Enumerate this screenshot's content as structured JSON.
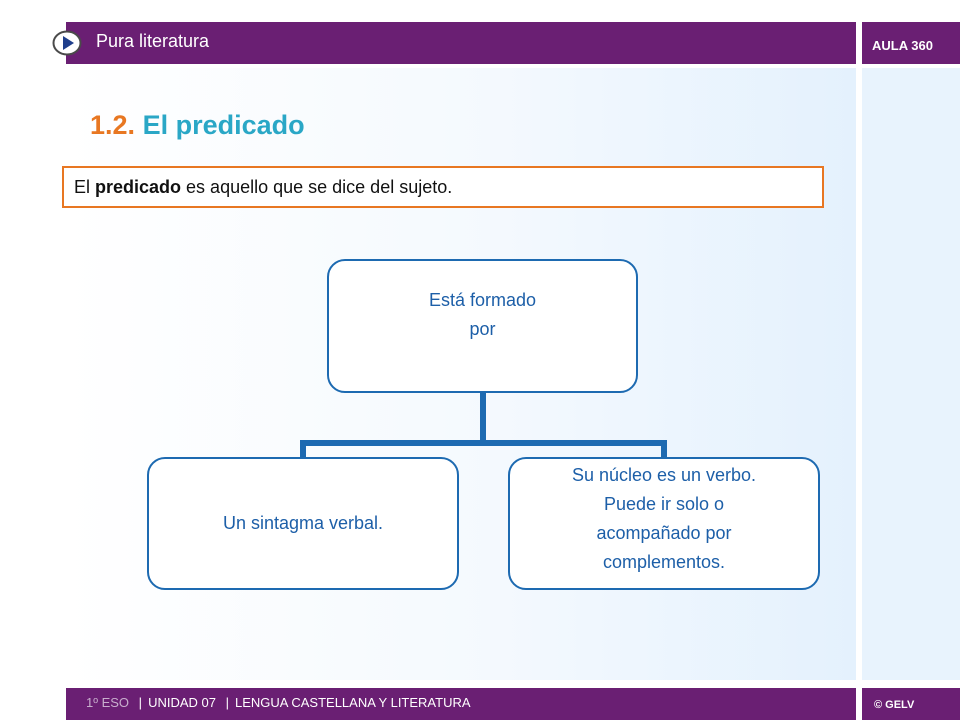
{
  "header": {
    "section_title": "Pura literatura",
    "aula_label": "AULA 360",
    "play_icon": "play-icon"
  },
  "heading": {
    "number": "1.2.",
    "title": "El predicado"
  },
  "definition": {
    "prefix": "El ",
    "term": "predicado",
    "rest": " es aquello que se dice del sujeto."
  },
  "diagram": {
    "root": {
      "lines": [
        "Está formado",
        "por"
      ]
    },
    "children": [
      {
        "lines": [
          "Un sintagma verbal."
        ]
      },
      {
        "lines": [
          "Su núcleo es un verbo.",
          "Puede ir solo o",
          "acompañado por",
          "complementos."
        ]
      }
    ]
  },
  "footer": {
    "course": "1º ESO",
    "unit": "UNIDAD 07",
    "subject": "LENGUA CASTELLANA Y LITERATURA",
    "separator": "|",
    "copyright": "© GELV"
  },
  "colors": {
    "brand_purple": "#6a1f73",
    "heading_orange": "#e87722",
    "heading_teal": "#2aa7c6",
    "diagram_blue": "#1d6ab1"
  }
}
